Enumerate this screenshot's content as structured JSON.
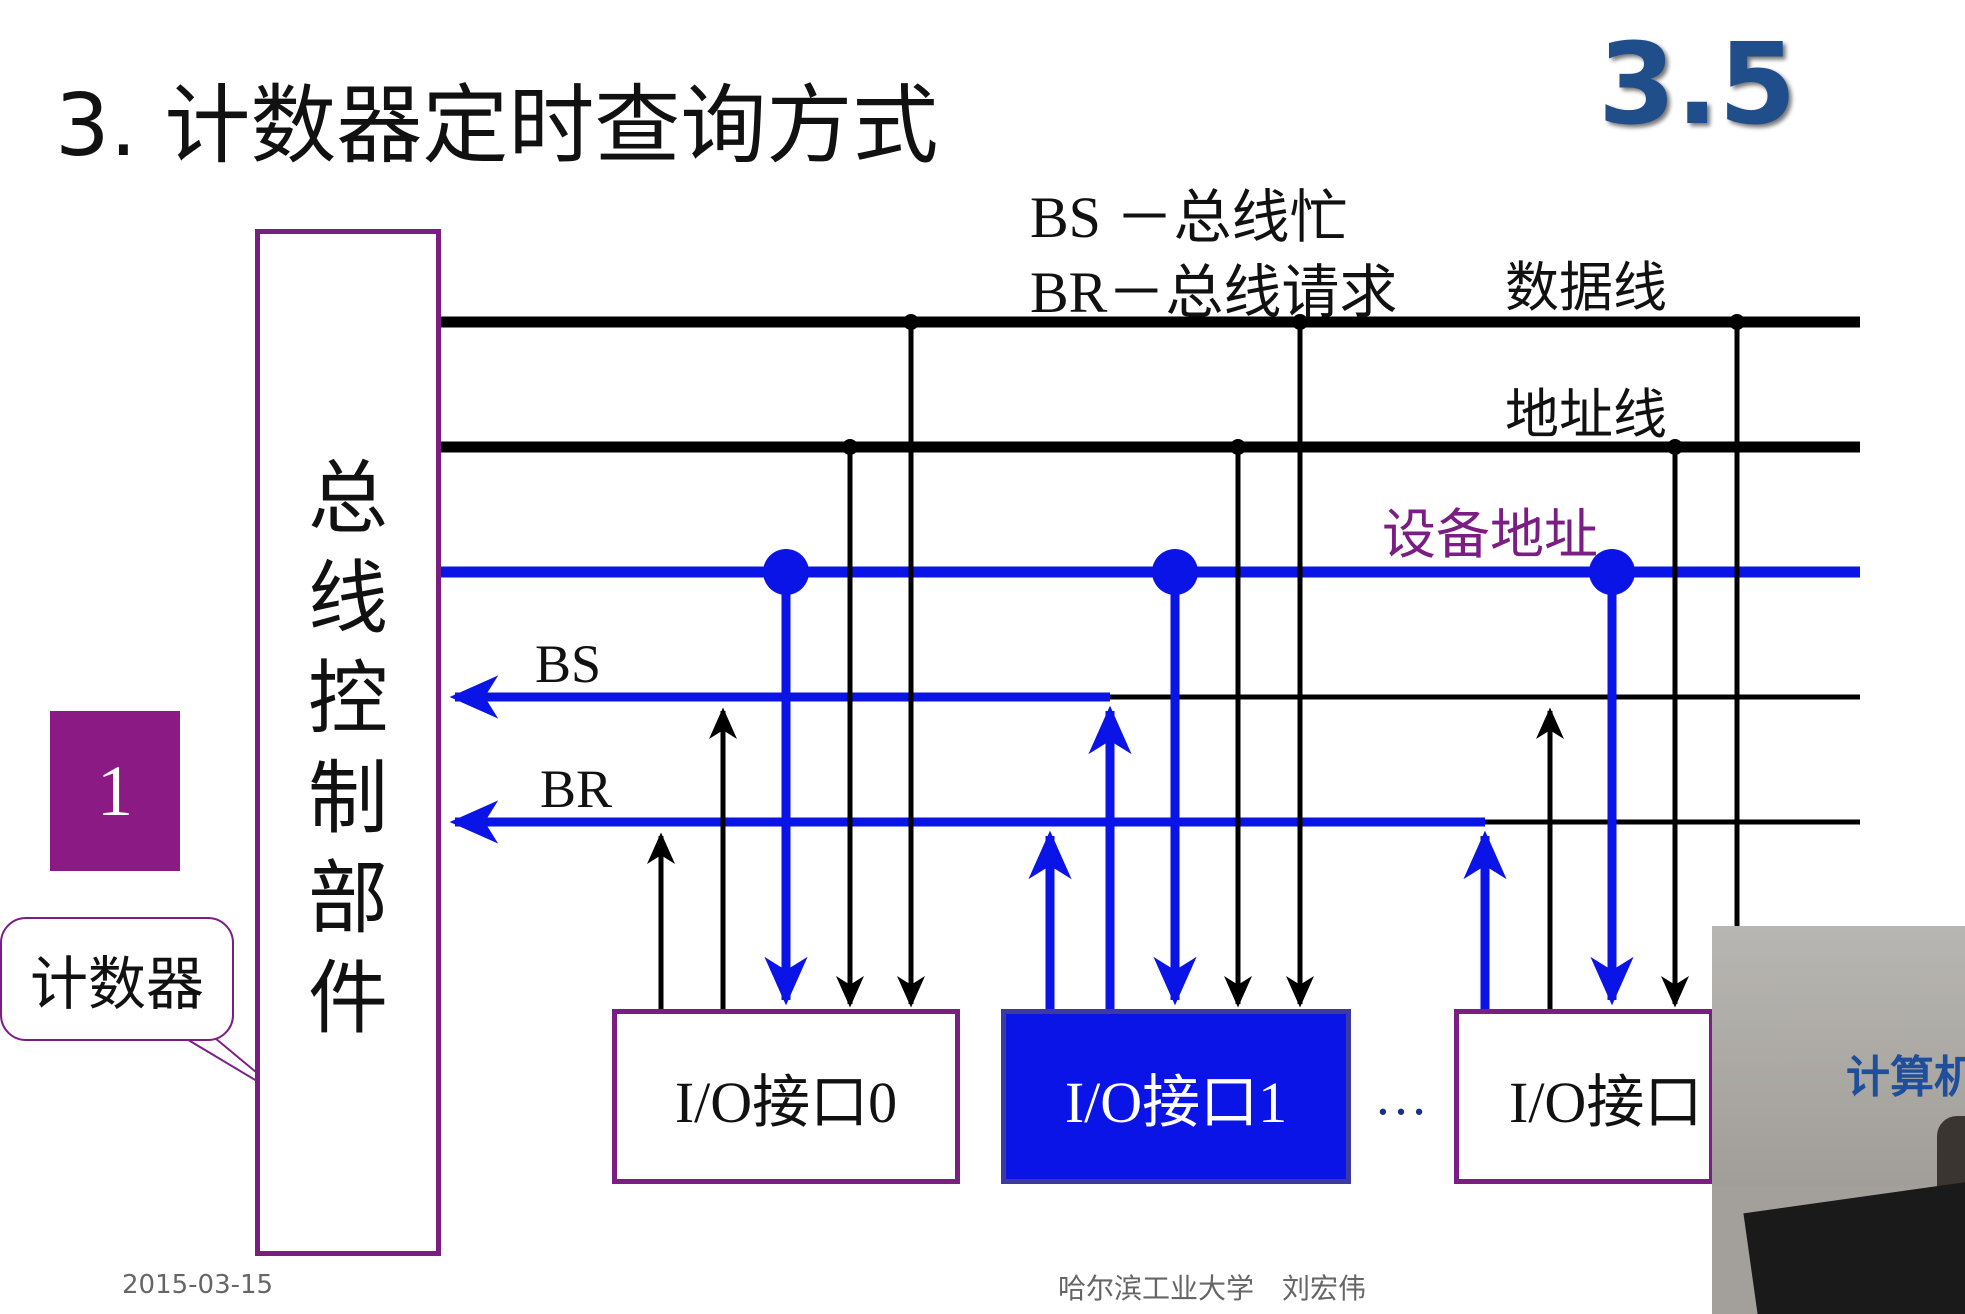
{
  "title": "3. 计数器定时查询方式",
  "section_number": "3.5",
  "legend": {
    "bs": "BS －总线忙",
    "br": "BR－总线请求"
  },
  "lines": {
    "data": "数据线",
    "address": "地址线",
    "device_address": "设备地址"
  },
  "signals": {
    "bs": "BS",
    "br": "BR"
  },
  "bus_controller": {
    "chars": [
      "总",
      "线",
      "控",
      "制",
      "部",
      "件"
    ]
  },
  "io_interfaces": [
    {
      "label": "I/O接口0"
    },
    {
      "label": "I/O接口1"
    },
    {
      "label": "I/O接口"
    }
  ],
  "ellipsis": "…",
  "counter": {
    "value": "1",
    "callout": "计数器"
  },
  "footer": {
    "date": "2015-03-15",
    "credit": "哈尔滨工业大学　刘宏伟"
  },
  "webcam": {
    "visible_text": "计算机"
  },
  "colors": {
    "bus_blue": "#0b14e6",
    "border_purple": "#7b1e84",
    "counter_purple": "#8c1a84",
    "black_line": "#000000",
    "section_blue": "#1f4e8a"
  }
}
